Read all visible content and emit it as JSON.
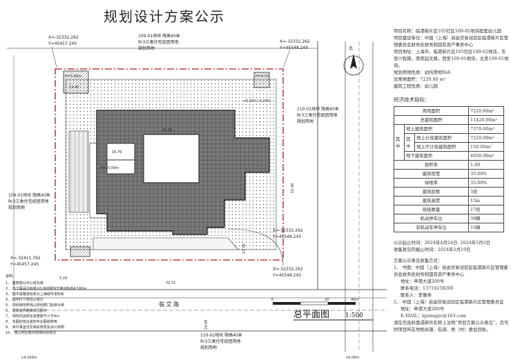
{
  "title": "规划设计方案公示",
  "plan": {
    "drawing_title": "总平面图",
    "scale": "1:500",
    "coords": {
      "tl_x": "X=-32332.262",
      "tl_y": "Y=45457.245",
      "tr_x": "X=-32332.262",
      "tr_y": "Y=45548.245",
      "mr_x": "X=-32332.262",
      "mr_y": "Y=45548.245",
      "bl_x": "X=-32411.762",
      "bl_y": "Y=45457.245",
      "br_x": "X=-32332.262",
      "br_y": "Y=45548.245"
    },
    "labels": {
      "north_plot": "109-01地块  限高40米",
      "north_plot2": "Rr3三类住宅组团用地",
      "north_plot3": "规划用地",
      "east_plot": "110-01地块  限高40米",
      "east_plot2": "Rr3三类住宅组团用地",
      "east_plot3": "规划用地",
      "west_plot": "109-01地块  限高40米",
      "west_plot2": "Rr3三类住宅组团用地",
      "west_plot3": "规划用地",
      "south_plot": "110-02地块  限高40米",
      "south_plot2": "Rr3三类住宅组团用地",
      "south_plot3": "规划用地",
      "road": "临  艾  路",
      "north_mark": "北",
      "h_1": "H=5.40m",
      "h_2": "H=4.50",
      "h_3": "H=15.00m",
      "elev_1": "12.40",
      "elev_2": "16.76",
      "elev_3": "16.19",
      "dim_1": "70.71",
      "dim_2": "24.00",
      "dim_3": "52.00",
      "dim_4": "5.29",
      "dim_5": "17.78",
      "scale_0": "0",
      "scale_20": "20",
      "scale_40": "40m",
      "level_1": "±0.300 (-0.200)",
      "level_2": "+4.200m",
      "level_3": "+6.00m"
    },
    "notes_heading": "说明：",
    "notes": [
      "1、 建筑物以中心线为准",
      "2、 本工程设计标高±0.000相当于绝对标高4.500m",
      "3、 图中道路坐标系为上海城市坐标系",
      "4、 图中尺寸单位以米计",
      "5、 规划用地界线以规划部门批准为准",
      "6、 建筑退界距离详见图示",
      "7、 场地内消防车道宽度不小于4m",
      "8、 本图应结合其他专业图纸使用",
      "9、 未尽事宜详见相关规范及设计说明",
      "10、 施工时应核对现场实际情况"
    ]
  },
  "info": {
    "lines": [
      "项目名称：临港新片区105社区109-02地块配套幼儿园",
      "项目建设单位：中国（上海）自由贸易试验区临港新片区管理委员会财务处财务和国有资产事务中心",
      "项目地址：上海市，临港新片区105社区109-02地块，东至川智路，南至起文路，西至109-01地块，北至109-01地块。",
      "规划用地性质：幼托用地Rs6",
      "总用地面积：7220.80 m²",
      "建筑工程性质：幼儿园"
    ],
    "table_title": "经济技术指标：",
    "table": [
      {
        "label": "用地面积",
        "value": "7220.80m²"
      },
      {
        "label": "总建筑面积",
        "value": "11420.00m²"
      },
      {
        "label": "地上建筑面积",
        "value": "7370.00m²"
      },
      {
        "label": "地上计容建筑面积",
        "value": "7220.00m²"
      },
      {
        "label": "地上不计容建筑面积",
        "value": "150.00m²"
      },
      {
        "label": "地下建筑面积",
        "value": "4050.00m²"
      },
      {
        "label": "容积率",
        "value": "1.00"
      },
      {
        "label": "建筑密度",
        "value": "35.00%"
      },
      {
        "label": "绿地率",
        "value": "35.00%"
      },
      {
        "label": "建筑层数",
        "value": "3层"
      },
      {
        "label": "建筑高度",
        "value": "15m"
      },
      {
        "label": "班级数量",
        "value": "17班"
      },
      {
        "label": "机动停车位",
        "value": "39辆"
      },
      {
        "label": "非机动车停车位",
        "value": "10辆"
      }
    ],
    "merge_outer": "其中",
    "merge_inner": "其中",
    "period_1": "公示起止时间：2024年4月24日- 2024年5月3日",
    "period_2": "收集意见的截止时间：2024年5月10日",
    "feedback_title": "方案公示意见收集方式：",
    "feedback": [
      "1、 书面：中国（上海）自由贸易试验区临港新片区管理委员会财务处财务和国有资产事务中心",
      "地址：申港大道200号",
      "联系电话：13719258200",
      "联系人：李雅帅",
      "2、 中国（上海）自由贸易试验区临港新片区管理委员会",
      "地址：申港大道200号",
      "E-MAIL：lgzmsgzc@163.com",
      "请在信函封面或邮件名称上注明“项目方案公示意见”，且可附项目所在地相关镇、街道、居（村）委会回执。"
    ]
  }
}
